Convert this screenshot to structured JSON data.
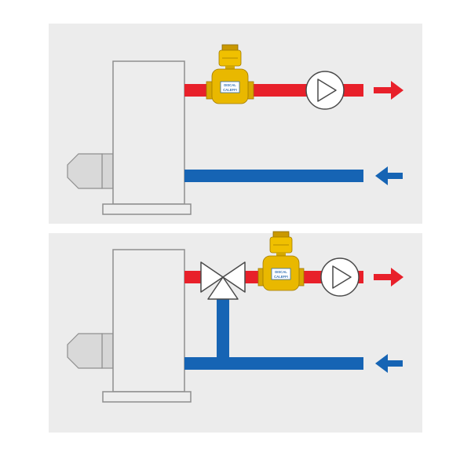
{
  "diagrams": [
    {
      "variant": "direct-circuit",
      "separator_label_top": "CALEFFI",
      "separator_label_bottom": "DISCAL"
    },
    {
      "variant": "three-way-valve-circuit",
      "separator_label_top": "CALEFFI",
      "separator_label_bottom": "DISCAL"
    }
  ],
  "colors": {
    "background": "#ffffff",
    "panel": "#ececec",
    "flow": "#e8202a",
    "return": "#1664b4",
    "boiler_fill": "#ededed",
    "boiler_stroke": "#8e8e8e",
    "burner_fill": "#d9d9d9",
    "separator_body": "#e9b800",
    "separator_label": "#2f6fb5",
    "pump_stroke": "#4a4a4a"
  },
  "icons": [
    "boiler-icon",
    "burner-icon",
    "air-separator-icon",
    "pump-icon",
    "three-way-valve-icon",
    "flow-arrow-icon",
    "return-arrow-icon"
  ]
}
